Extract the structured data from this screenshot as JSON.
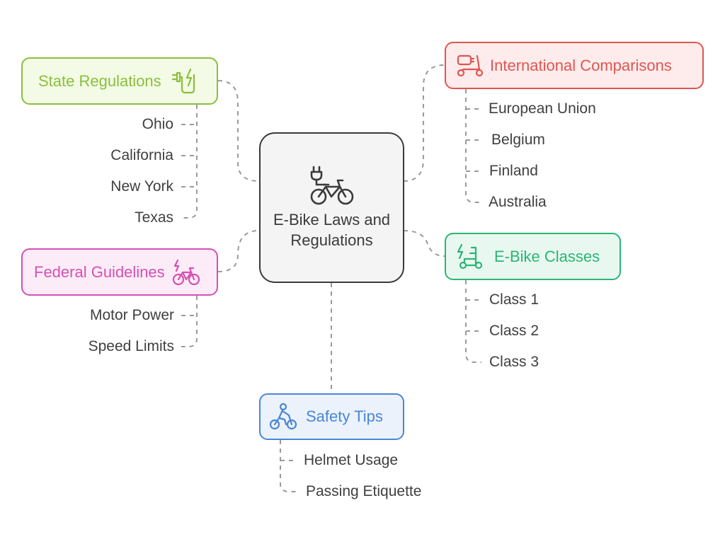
{
  "center": {
    "title": "E-Bike Laws and Regulations",
    "icon": "electric-bike-icon"
  },
  "branches": {
    "state": {
      "label": "State Regulations",
      "icon": "charging-plug-icon",
      "color": "#8bbf3a",
      "bg": "#f3fae6",
      "items": [
        "Ohio",
        "California",
        "New York",
        "Texas"
      ]
    },
    "federal": {
      "label": "Federal Guidelines",
      "icon": "electric-bike-icon",
      "color": "#d64fb4",
      "bg": "#fcecf7",
      "items": [
        "Motor Power",
        "Speed Limits"
      ]
    },
    "safety": {
      "label": "Safety Tips",
      "icon": "cyclist-icon",
      "color": "#4a86d4",
      "bg": "#ebf2fc",
      "items": [
        "Helmet Usage",
        "Passing Etiquette"
      ]
    },
    "international": {
      "label": "International Comparisons",
      "icon": "scooter-icon",
      "color": "#e05552",
      "bg": "#fdeceb",
      "items": [
        "European Union",
        "Belgium",
        "Finland",
        "Australia"
      ]
    },
    "classes": {
      "label": "E-Bike Classes",
      "icon": "electric-scooter-icon",
      "color": "#2bb673",
      "bg": "#e8f8f0",
      "items": [
        "Class 1",
        "Class 2",
        "Class 3"
      ]
    }
  }
}
